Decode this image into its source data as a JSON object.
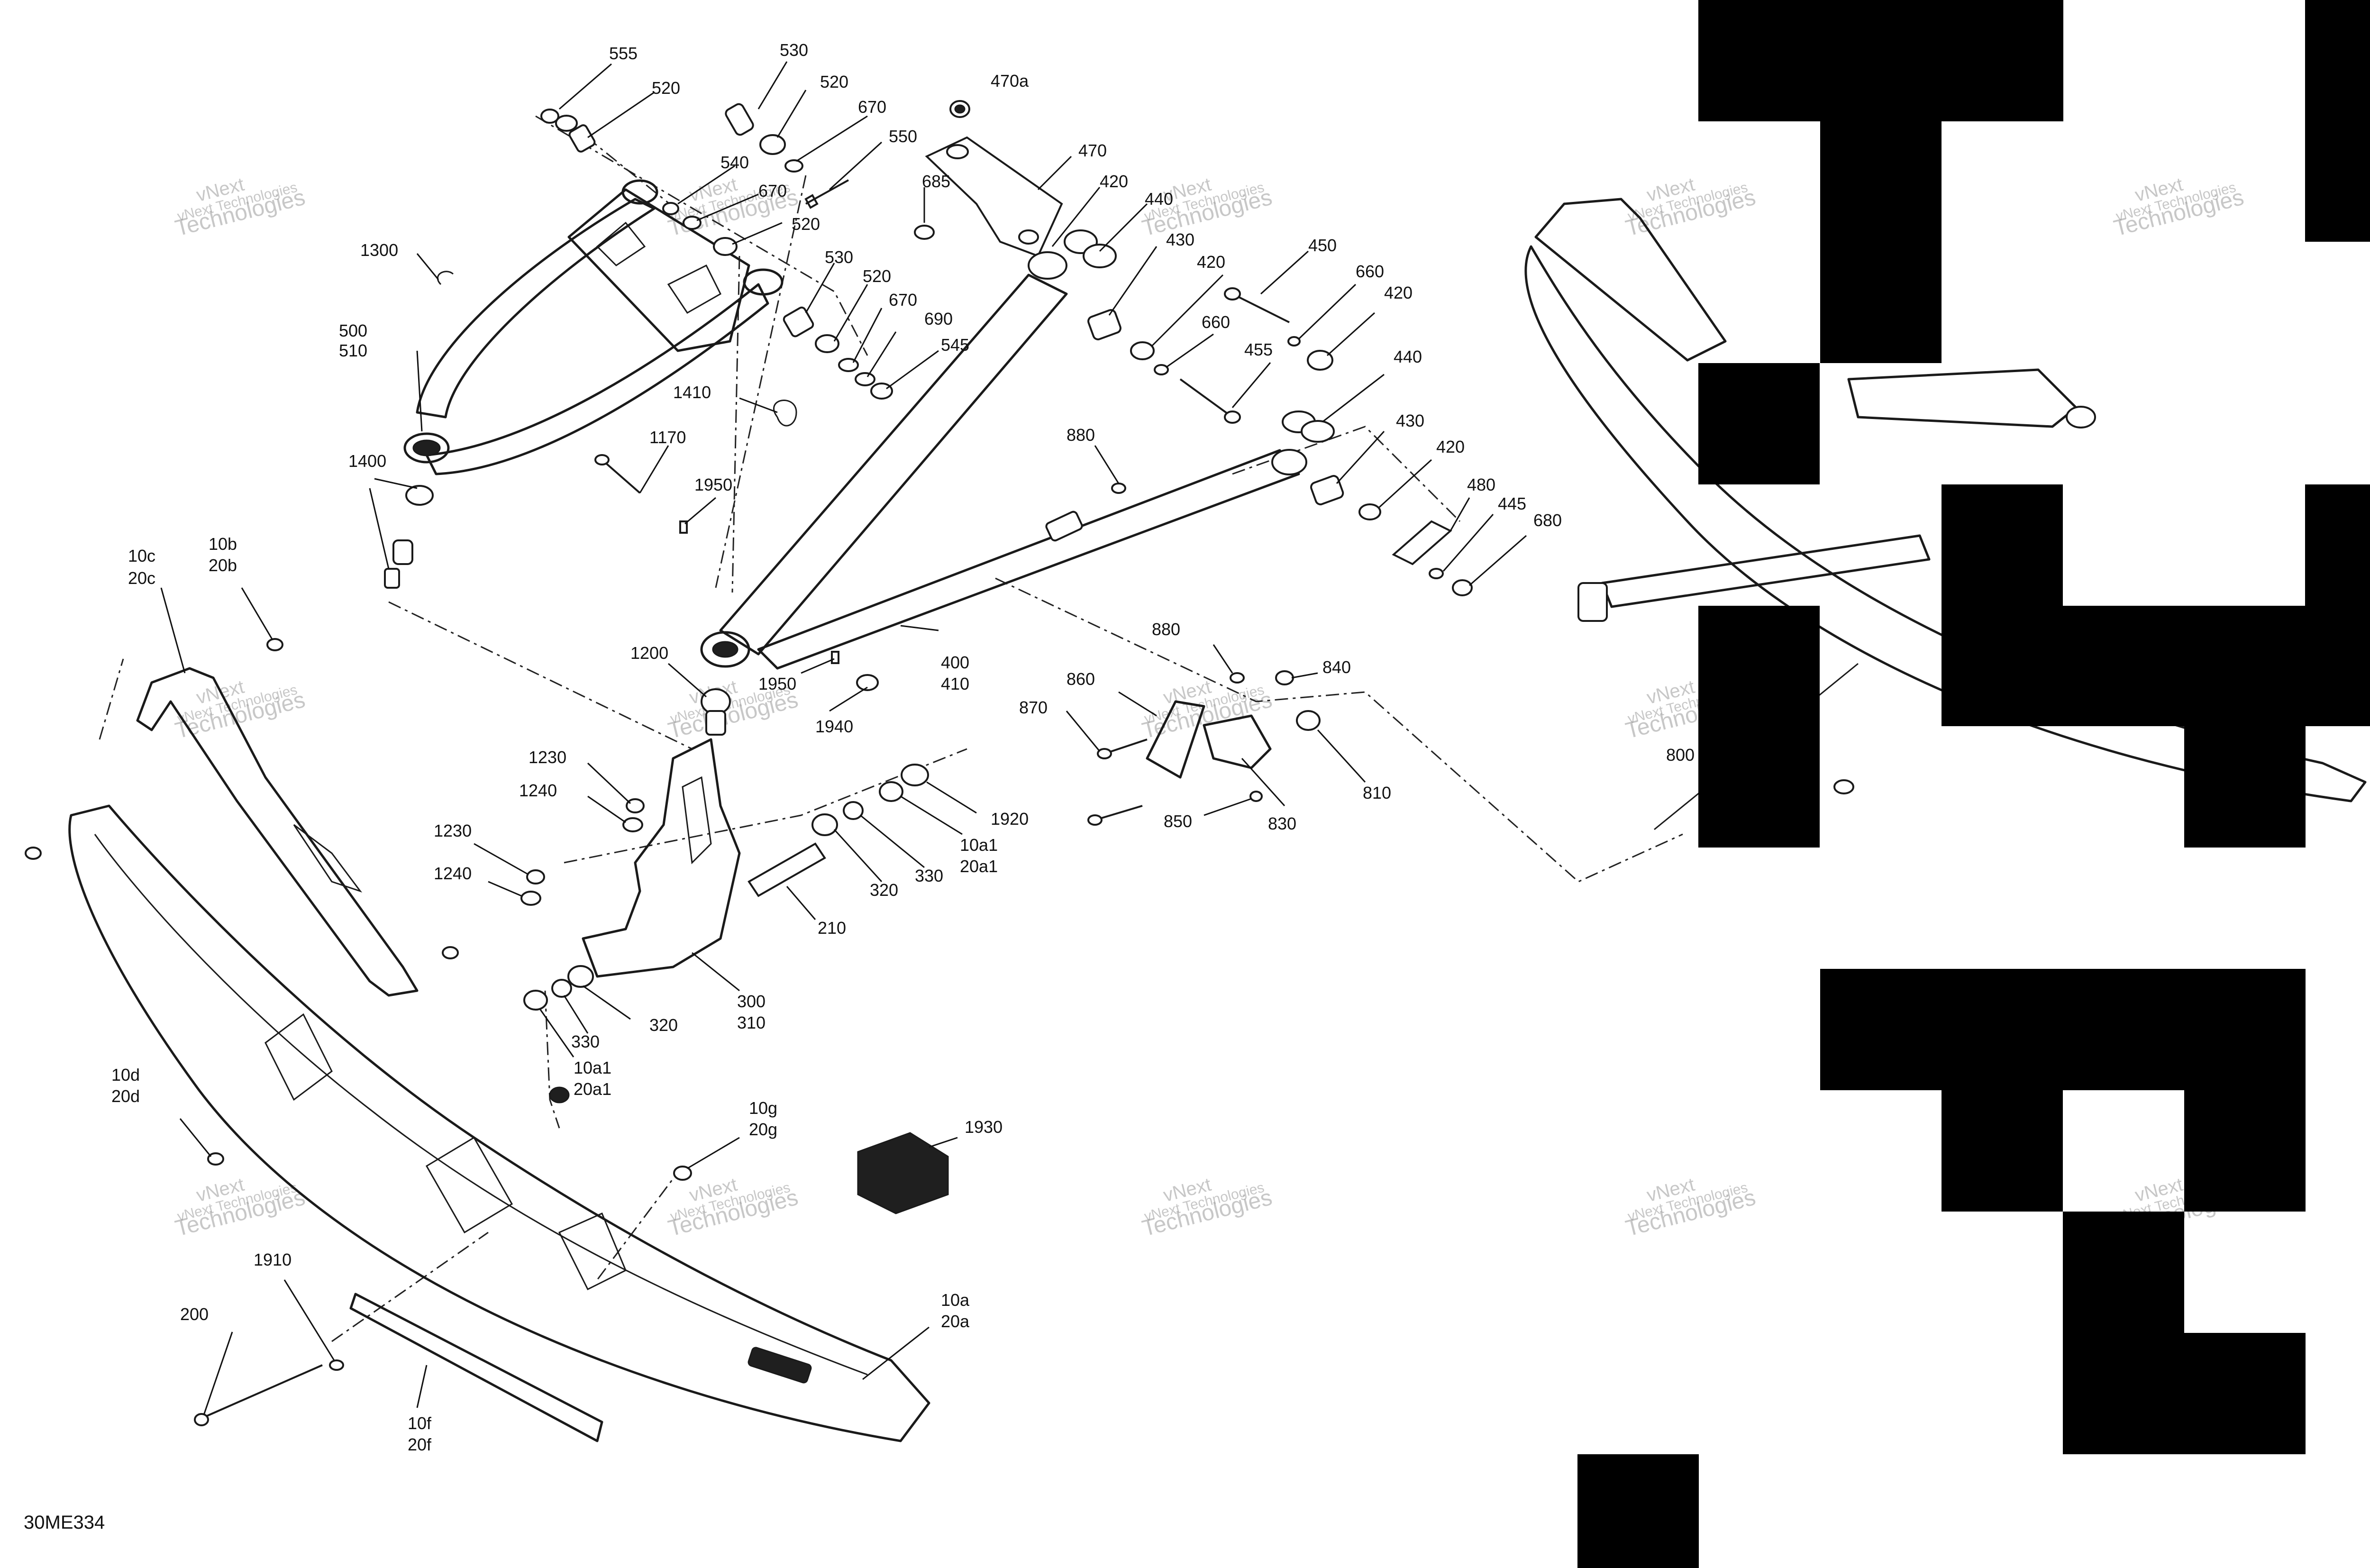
{
  "document": {
    "reference_code": "30ME334"
  },
  "watermarks": [
    {
      "line1": "vNext",
      "line2": "Technologies",
      "line3": "vNext Technologies"
    },
    {
      "line1": "vNext",
      "line2": "Technologies",
      "line3": "vNext Technologies"
    },
    {
      "line1": "vNext",
      "line2": "Technologies",
      "line3": "vNext Technologies"
    },
    {
      "line1": "vNext",
      "line2": "Technologies",
      "line3": "vNext Technologies"
    },
    {
      "line1": "vNext",
      "line2": "Technologies",
      "line3": "vNext Technologies"
    },
    {
      "line1": "vNext",
      "line2": "Technologies",
      "line3": "vNext Technologies"
    },
    {
      "line1": "vNext",
      "line2": "Technologies",
      "line3": "vNext Technologies"
    },
    {
      "line1": "vNext",
      "line2": "Technologies",
      "line3": "vNext Technologies"
    },
    {
      "line1": "vNext",
      "line2": "Technologies",
      "line3": "vNext Technologies"
    },
    {
      "line1": "vNext",
      "line2": "Technologies",
      "line3": "vNext Technologies"
    },
    {
      "line1": "vNext",
      "line2": "Technologies",
      "line3": "vNext Technologies"
    },
    {
      "line1": "vNext",
      "line2": "Technologies",
      "line3": "vNext Technologies"
    },
    {
      "line1": "vNext",
      "line2": "Technologies",
      "line3": "vNext Technologies"
    },
    {
      "line1": "vNext",
      "line2": "Technologies",
      "line3": "vNext Technologies"
    }
  ],
  "callouts": [
    {
      "id": "c555",
      "line1": "555"
    },
    {
      "id": "c530a",
      "line1": "530"
    },
    {
      "id": "c520a",
      "line1": "520"
    },
    {
      "id": "c520b",
      "line1": "520"
    },
    {
      "id": "c470a",
      "line1": "470a"
    },
    {
      "id": "c670a",
      "line1": "670"
    },
    {
      "id": "c550",
      "line1": "550"
    },
    {
      "id": "c540",
      "line1": "540"
    },
    {
      "id": "c670b",
      "line1": "670"
    },
    {
      "id": "c520c",
      "line1": "520"
    },
    {
      "id": "c685",
      "line1": "685"
    },
    {
      "id": "c470",
      "line1": "470"
    },
    {
      "id": "c420a",
      "line1": "420"
    },
    {
      "id": "c440a",
      "line1": "440"
    },
    {
      "id": "c430a",
      "line1": "430"
    },
    {
      "id": "c450",
      "line1": "450"
    },
    {
      "id": "c1300",
      "line1": "1300"
    },
    {
      "id": "c530b",
      "line1": "530"
    },
    {
      "id": "c520d",
      "line1": "520"
    },
    {
      "id": "c670c",
      "line1": "670"
    },
    {
      "id": "c690",
      "line1": "690"
    },
    {
      "id": "c545",
      "line1": "545"
    },
    {
      "id": "c420b",
      "line1": "420"
    },
    {
      "id": "c660a",
      "line1": "660"
    },
    {
      "id": "c420c",
      "line1": "420"
    },
    {
      "id": "c660b",
      "line1": "660"
    },
    {
      "id": "c455",
      "line1": "455"
    },
    {
      "id": "c500",
      "line1": "500",
      "line2": "510"
    },
    {
      "id": "c440b",
      "line1": "440"
    },
    {
      "id": "c1410",
      "line1": "1410"
    },
    {
      "id": "c430b",
      "line1": "430"
    },
    {
      "id": "c1170",
      "line1": "1170"
    },
    {
      "id": "c880a",
      "line1": "880"
    },
    {
      "id": "c420d",
      "line1": "420"
    },
    {
      "id": "c1400",
      "line1": "1400"
    },
    {
      "id": "c1950a",
      "line1": "1950"
    },
    {
      "id": "c480",
      "line1": "480"
    },
    {
      "id": "c445",
      "line1": "445"
    },
    {
      "id": "c680",
      "line1": "680"
    },
    {
      "id": "c10c",
      "line1": "10c",
      "line2": "20c"
    },
    {
      "id": "c10b",
      "line1": "10b",
      "line2": "20b"
    },
    {
      "id": "c1200",
      "line1": "1200"
    },
    {
      "id": "c400",
      "line1": "400",
      "line2": "410"
    },
    {
      "id": "c880b",
      "line1": "880"
    },
    {
      "id": "c1950b",
      "line1": "1950"
    },
    {
      "id": "c860",
      "line1": "860"
    },
    {
      "id": "c840",
      "line1": "840"
    },
    {
      "id": "c870",
      "line1": "870"
    },
    {
      "id": "c1940",
      "line1": "1940"
    },
    {
      "id": "c1230a",
      "line1": "1230"
    },
    {
      "id": "c1240a",
      "line1": "1240"
    },
    {
      "id": "c810",
      "line1": "810"
    },
    {
      "id": "c1920",
      "line1": "1920"
    },
    {
      "id": "c830",
      "line1": "830"
    },
    {
      "id": "c850",
      "line1": "850"
    },
    {
      "id": "c1230b",
      "line1": "1230"
    },
    {
      "id": "c10a1a",
      "line1": "10a1",
      "line2": "20a1"
    },
    {
      "id": "c1240b",
      "line1": "1240"
    },
    {
      "id": "c330a",
      "line1": "330"
    },
    {
      "id": "c320a",
      "line1": "320"
    },
    {
      "id": "c210",
      "line1": "210"
    },
    {
      "id": "c300",
      "line1": "300",
      "line2": "310"
    },
    {
      "id": "c320b",
      "line1": "320"
    },
    {
      "id": "c330b",
      "line1": "330"
    },
    {
      "id": "c10a1b",
      "line1": "10a1",
      "line2": "20a1"
    },
    {
      "id": "c10d",
      "line1": "10d",
      "line2": "20d"
    },
    {
      "id": "c10g",
      "line1": "10g",
      "line2": "20g"
    },
    {
      "id": "c1930",
      "line1": "1930"
    },
    {
      "id": "c1910",
      "line1": "1910"
    },
    {
      "id": "c200",
      "line1": "200"
    },
    {
      "id": "c10a",
      "line1": "10a",
      "line2": "20a"
    },
    {
      "id": "c10f",
      "line1": "10f",
      "line2": "20f"
    },
    {
      "id": "c800",
      "line1": "800"
    }
  ]
}
